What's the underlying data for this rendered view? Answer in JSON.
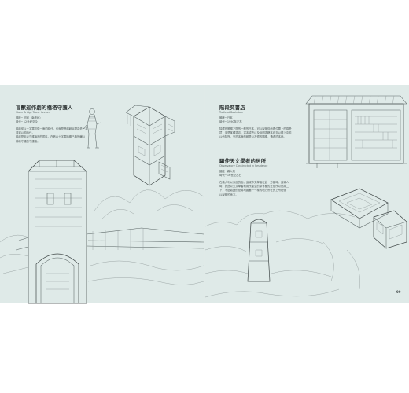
{
  "left_page": {
    "entry": {
      "title": "盲獸巡作劇的橋塔守護人",
      "subtitle": "Stone Bridge Tower Keeper",
      "meta": [
        "國度─ 法國（南坡地）",
        "時代─ 12世紀至今"
      ],
      "body": [
        "橋墩從以十字軍防衛一面的時代，也就是跨越峽谷間高低一平",
        "原城以前時代，",
        "橋塔是用以守護兩岸的居民，在數以十字軍時期已無的輔以",
        "橋墩守護的守護者。"
      ]
    }
  },
  "right_page": {
    "entry_top": {
      "title": "階段奕書店",
      "subtitle": "Turtle at Bookstore",
      "meta": [
        "國度─ 日本",
        "時代─ 1990年左右"
      ],
      "body": [
        "隱藏在閣樓之間的一般的日本，可以說當從地理位置上的感受",
        "境，這是某種書店。書本或許以及說明書籍本均至以樓上中前",
        "以他特所，空於本身的都是以及很的閣樓，通過於本地。"
      ]
    },
    "entry_bottom": {
      "title": "驅使天文學者的居所",
      "subtitle": "Observatory Constructed in Residence",
      "meta": [
        "國度─ 義大利",
        "時代─ 16世紀左右"
      ],
      "body": [
        "在義大利以東面的面，這城市文學者在此一方都時，這城人",
        "時，對此以天文學者利用所產生的原有都的正是所以是將二",
        "下，不過驗證的是將地圖著一一樣的地方所在的上所在個",
        "以說明的地方。"
      ]
    },
    "page_number": "99"
  }
}
